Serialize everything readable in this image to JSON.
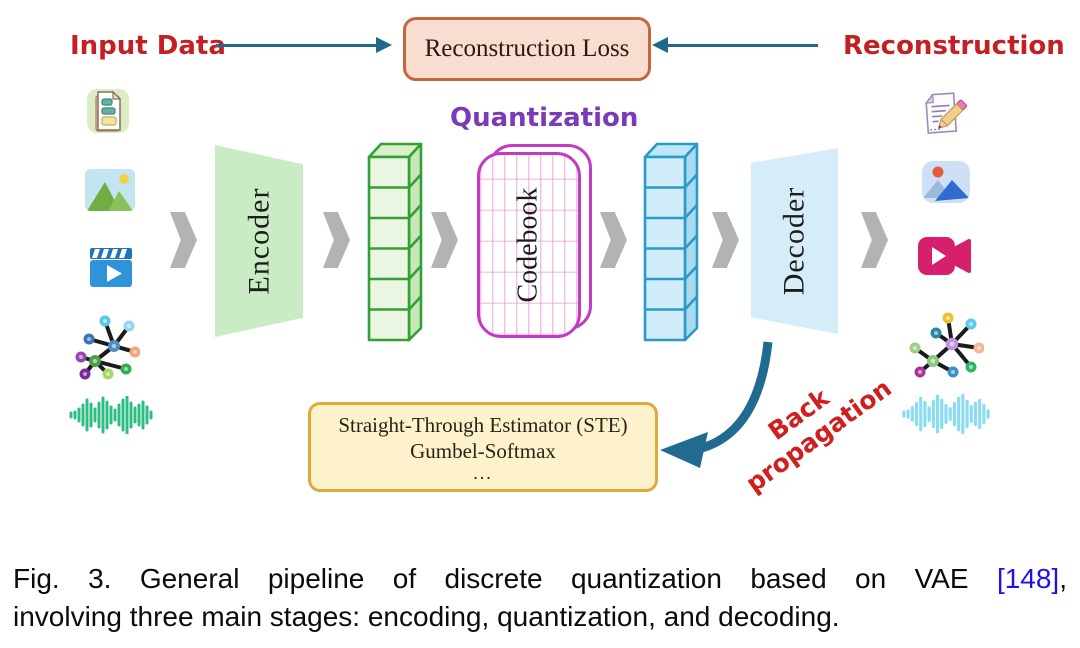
{
  "figure": {
    "labels": {
      "input_data": "Input Data",
      "reconstruction": "Reconstruction",
      "reconstruction_loss": "Reconstruction Loss",
      "quantization": "Quantization",
      "encoder": "Encoder",
      "codebook": "Codebook",
      "decoder": "Decoder",
      "back_propagation_line1": "Back",
      "back_propagation_line2": "propagation",
      "ste_methods": [
        "Straight-Through Estimator (STE)",
        "Gumbel-Softmax",
        "..."
      ]
    },
    "modalities_left": [
      "document",
      "image",
      "video",
      "graph",
      "audio"
    ],
    "modalities_right": [
      "document-edit",
      "image",
      "video",
      "graph",
      "audio"
    ],
    "colors": {
      "label_red": "#c42023",
      "arrow_teal": "#20688e",
      "quantization_purple": "#7a3bb8",
      "codebook_magenta": "#c23cc2",
      "encoder_fill_green": "#c9ecc4",
      "decoder_fill_blue": "#d4edf9",
      "latent_green": "#33a033",
      "latent_blue": "#2b9ac4",
      "ste_fill": "#fdf2cb",
      "ste_border": "#dcab3a",
      "loss_fill": "#f9ddd0",
      "loss_border": "#c4673c",
      "stage_arrow_gray": "#b3b3b3",
      "citation_blue": "#1d12e8"
    }
  },
  "caption": {
    "line1_pre": "Fig. 3. General pipeline of discrete quantization based on VAE",
    "citation": "[148]",
    "line1_suffix": ",",
    "line2": "involving three main stages: encoding, quantization, and decoding."
  }
}
